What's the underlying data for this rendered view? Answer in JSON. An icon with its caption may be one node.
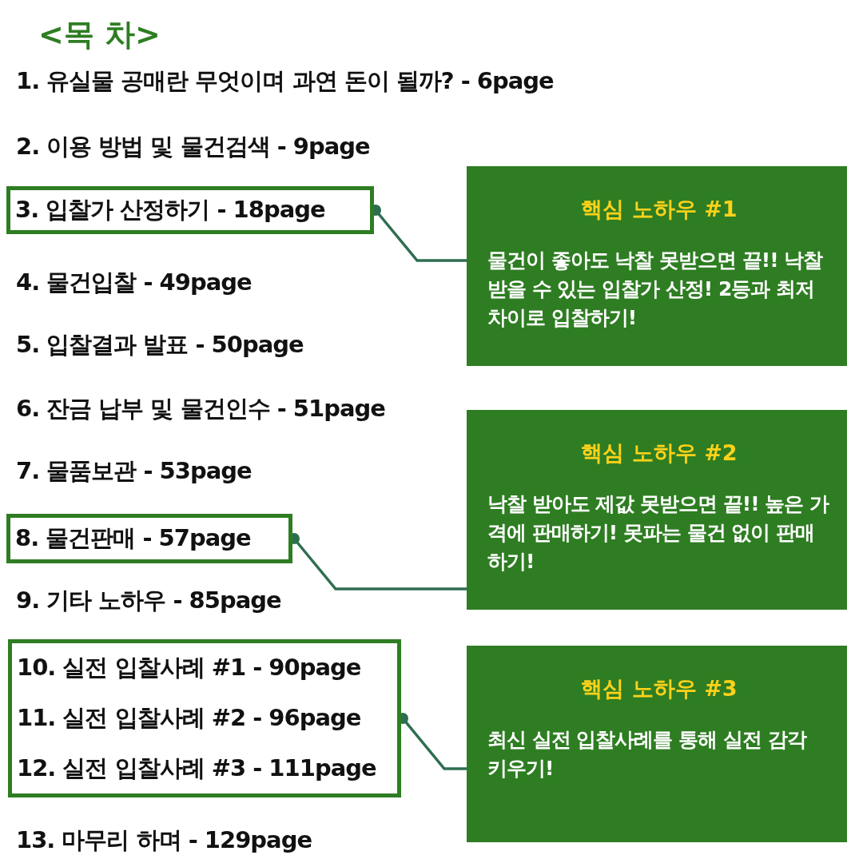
{
  "diagram": {
    "title": "<목 차>",
    "nodes": [
      {
        "text": [
          "3.  입찰가 산정하기 - 18page"
        ]
      },
      {
        "text": [
          "핵심 노하우 #1",
          "물건이 좋아도 낙찰 못받으면 끝!! 낙찰 받을 수 있는 입찰가 산정! 2등과 최저 차이로 입찰하기!"
        ]
      },
      {
        "text": [
          "8.  물건판매 - 57page"
        ]
      },
      {
        "text": [
          "핵심 노하우 #2",
          "낙찰 받아도 제값 못받으면 끝!! 높은 가격에 판매하기! 못파는 물건 없이 판매하기!"
        ]
      },
      {
        "text": [
          "10.  실전 입찰사례 #1 - 90page",
          "11.  실전 입찰사례 #2 - 96page",
          "12.  실전 입찰사례 #3 - 111page"
        ]
      },
      {
        "text": [
          "핵심 노하우 #3",
          "최신 실전 입찰사례를 통해 실전 감각 키우기!"
        ]
      }
    ],
    "edges": [
      {
        "from": 0,
        "to": 1,
        "arrow": "other"
      },
      {
        "from": 2,
        "to": 3,
        "arrow": "other"
      },
      {
        "from": 4,
        "to": 5,
        "arrow": "other"
      }
    ],
    "labels": [
      "1.  유실물 공매란 무엇이며 과연 돈이 될까? - 6page",
      "2.  이용 방법 및 물건검색 - 9page",
      "4.  물건입찰 - 49page",
      "5.  입찰결과 발표 - 50page",
      "6.  잔금 납부 및 물건인수 - 51page",
      "7.  물품보관 - 53page",
      "9.  기타 노하우 - 85page",
      "13.  마무리 하며 - 129page"
    ]
  }
}
